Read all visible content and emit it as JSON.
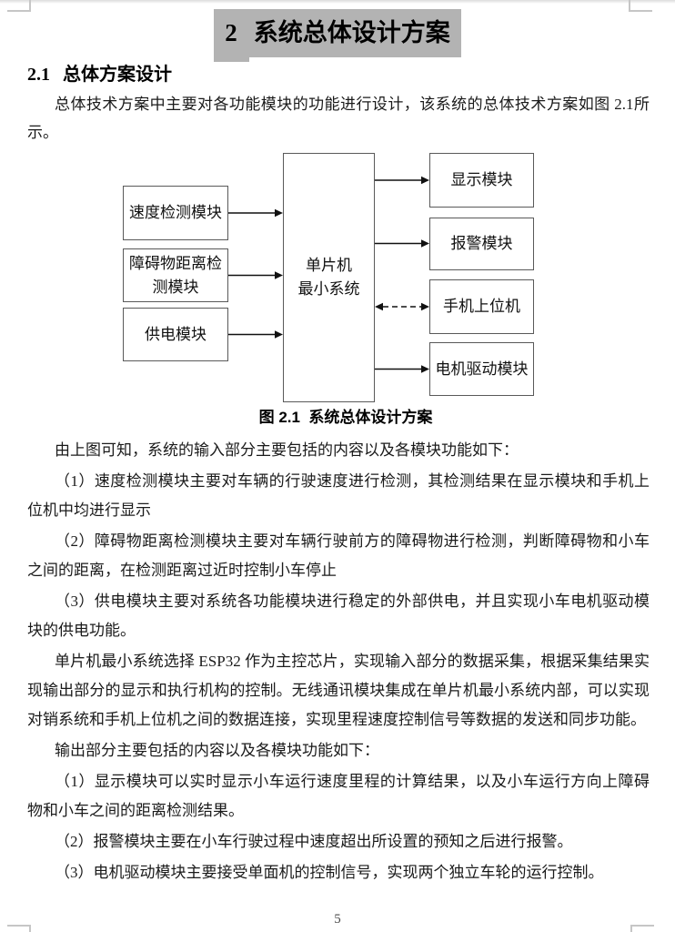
{
  "page": {
    "number": "5"
  },
  "chapter_title": {
    "number": "2",
    "text": "系统总体设计方案"
  },
  "section_heading": {
    "number": "2.1",
    "text": "总体方案设计"
  },
  "intro_paragraph": "总体技术方案中主要对各功能模块的功能进行设计，该系统的总体技术方案如图 2.1所示。",
  "figure": {
    "left_boxes": [
      "速度检测模块",
      "障碍物距离检\n测模块",
      "供电模块"
    ],
    "center_box": "单片机\n最小系统",
    "right_boxes": [
      "显示模块",
      "报警模块",
      "手机上位机",
      "电机驱动模块"
    ],
    "caption": "图 2.1  系统总体设计方案"
  },
  "paragraphs": [
    "由上图可知，系统的输入部分主要包括的内容以及各模块功能如下：",
    "（1）速度检测模块主要对车辆的行驶速度进行检测，其检测结果在显示模块和手机上位机中均进行显示",
    "（2）障碍物距离检测模块主要对车辆行驶前方的障碍物进行检测，判断障碍物和小车之间的距离，在检测距离过近时控制小车停止",
    "（3）供电模块主要对系统各功能模块进行稳定的外部供电，并且实现小车电机驱动模块的供电功能。",
    "单片机最小系统选择 ESP32 作为主控芯片，实现输入部分的数据采集，根据采集结果实现输出部分的显示和执行机构的控制。无线通讯模块集成在单片机最小系统内部，可以实现对销系统和手机上位机之间的数据连接，实现里程速度控制信号等数据的发送和同步功能。",
    "输出部分主要包括的内容以及各模块功能如下：",
    "（1）显示模块可以实时显示小车运行速度里程的计算结果，以及小车运行方向上障碍物和小车之间的距离检测结果。",
    "（2）报警模块主要在小车行驶过程中速度超出所设置的预知之后进行报警。",
    "（3）电机驱动模块主要接受单面机的控制信号，实现两个独立车轮的运行控制。"
  ],
  "colors": {
    "title_highlight": "#b3b3b3",
    "box_border": "#595959",
    "arrow": "#111111",
    "crop_mark": "#c6c6c6"
  }
}
